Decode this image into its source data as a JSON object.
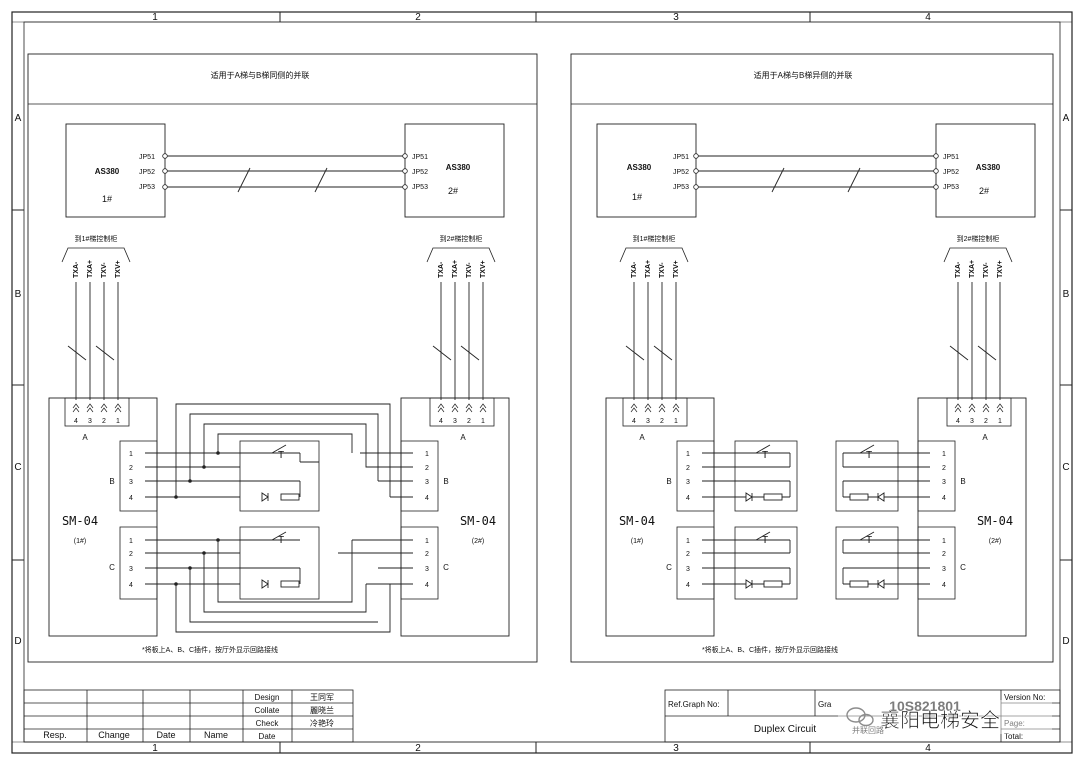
{
  "frame": {
    "col_labels": [
      "1",
      "2",
      "3",
      "4"
    ],
    "row_labels": [
      "A",
      "B",
      "C",
      "D"
    ]
  },
  "left_panel": {
    "title": "适用于A梯与B梯同侧的并联",
    "note": "*将板上A、B、C插件，按厅外显示回路接线",
    "controller_left": {
      "model": "AS380",
      "unit": "1#",
      "ports": [
        "JP51",
        "JP52",
        "JP53"
      ]
    },
    "controller_right": {
      "model": "AS380",
      "unit": "2#",
      "ports": [
        "JP51",
        "JP52",
        "JP53"
      ]
    },
    "cabinet_left_label": "到1#梯控制柜",
    "cabinet_right_label": "到2#梯控制柜",
    "bus_signals": [
      "TXA-",
      "TXA+",
      "TXV-",
      "TXV+"
    ],
    "board_left": {
      "name": "SM-04",
      "unit": "(1#)"
    },
    "board_right": {
      "name": "SM-04",
      "unit": "(2#)"
    }
  },
  "right_panel": {
    "title": "适用于A梯与B梯异侧的并联",
    "note": "*将板上A、B、C插件，按厅外显示回路接线",
    "controller_left": {
      "model": "AS380",
      "unit": "1#",
      "ports": [
        "JP51",
        "JP52",
        "JP53"
      ]
    },
    "controller_right": {
      "model": "AS380",
      "unit": "2#",
      "ports": [
        "JP51",
        "JP52",
        "JP53"
      ]
    },
    "cabinet_left_label": "到1#梯控制柜",
    "cabinet_right_label": "到2#梯控制柜",
    "bus_signals": [
      "TXA-",
      "TXA+",
      "TXV-",
      "TXV+"
    ],
    "board_left": {
      "name": "SM-04",
      "unit": "(1#)"
    },
    "board_right": {
      "name": "SM-04",
      "unit": "(2#)"
    }
  },
  "connectors": {
    "A_label": "A",
    "B_label": "B",
    "C_label": "C",
    "A_pins": [
      "4",
      "3",
      "2",
      "1"
    ],
    "BC_pins": [
      "1",
      "2",
      "3",
      "4"
    ],
    "switch_glyph": "T"
  },
  "title_block": {
    "headers": [
      "Resp.",
      "Change",
      "Date",
      "Name"
    ],
    "sign_rows": [
      {
        "role": "Design",
        "name": "王同军"
      },
      {
        "role": "Collate",
        "name": "麗晓兰"
      },
      {
        "role": "Check",
        "name": "冷艳玲"
      },
      {
        "role": "Date",
        "name": ""
      }
    ],
    "ref_graph_label": "Ref.Graph No:",
    "graph_label": "Gra",
    "graph_no": "10S821801",
    "drawing_title": "Duplex Circuit",
    "drawing_title_cn": "并联回路",
    "version_label": "Version No:",
    "page_label": "Page:",
    "total_label": "Total:"
  },
  "watermark": {
    "text": "襄阳电梯安全"
  }
}
